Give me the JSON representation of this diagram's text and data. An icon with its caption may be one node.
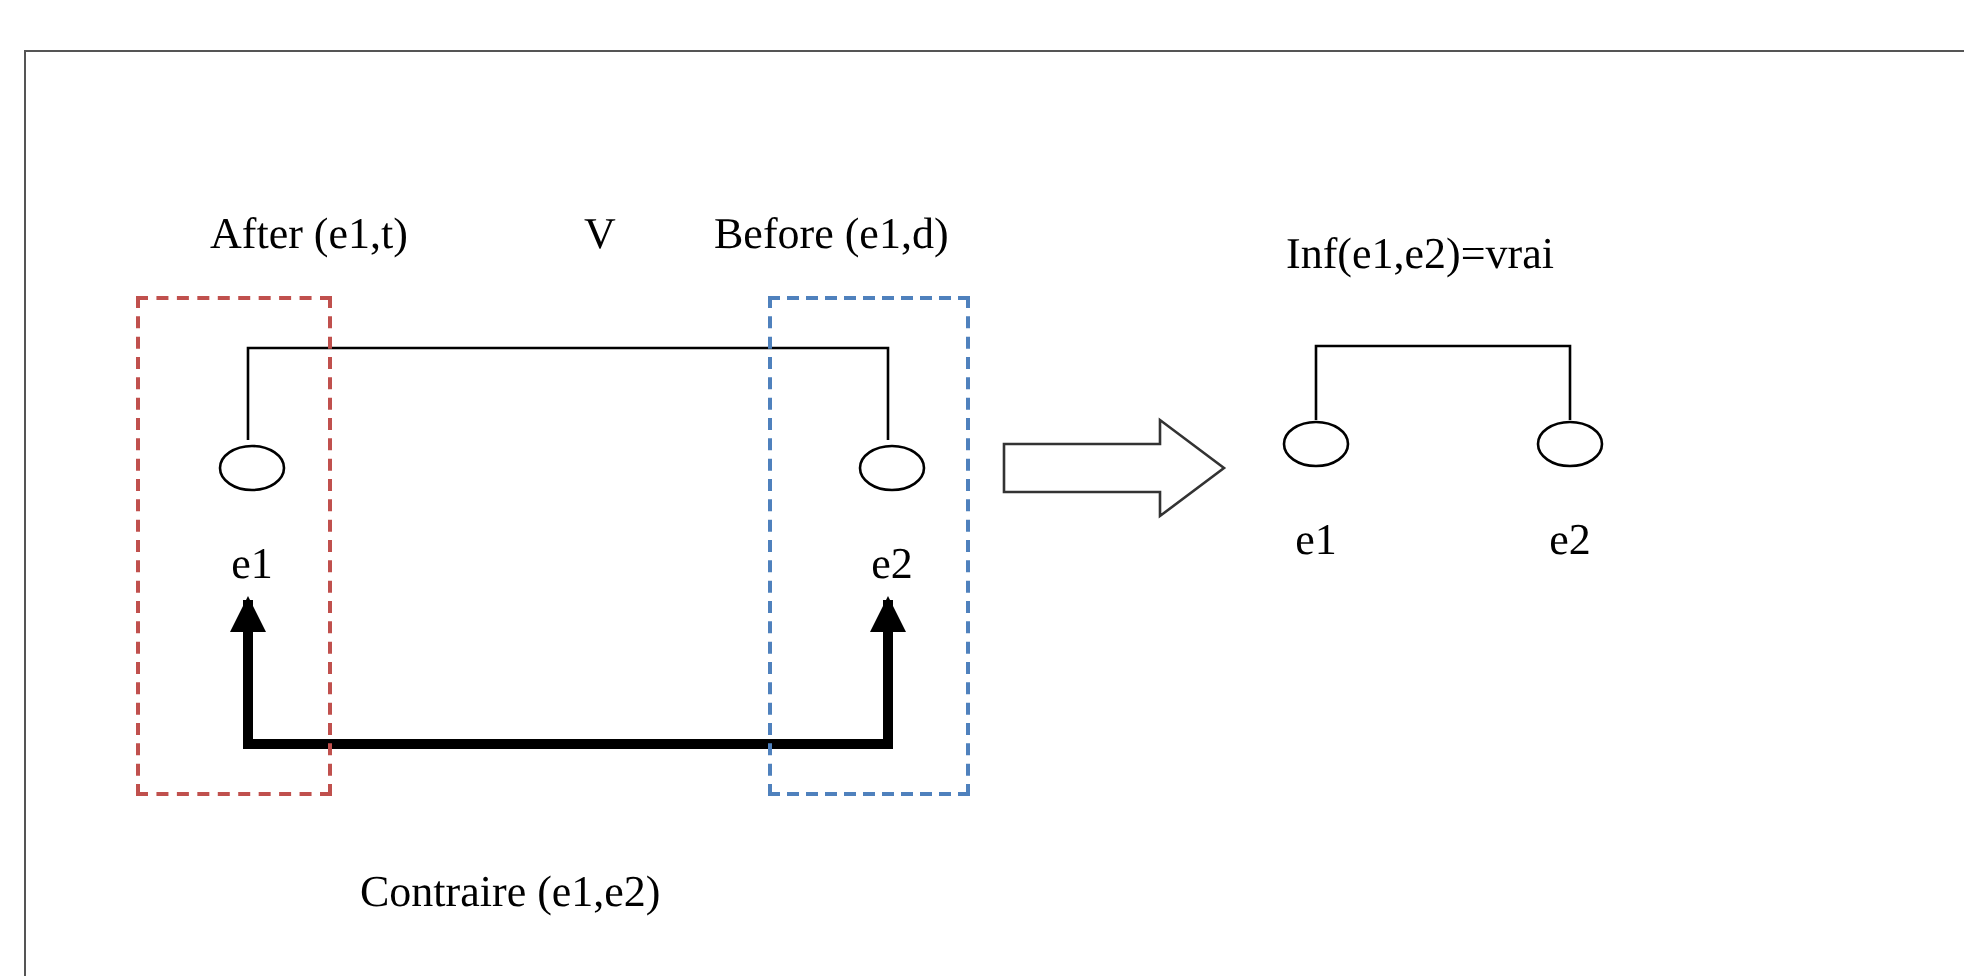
{
  "diagram": {
    "nodes": [
      {
        "text": [],
        "shape": "box"
      },
      {
        "text": [],
        "shape": "box"
      },
      {
        "text": [],
        "shape": "circle",
        "in": 0,
        "beside": [
          "e1"
        ]
      },
      {
        "text": [],
        "shape": "circle",
        "in": 1,
        "beside": [
          "e2"
        ]
      },
      {
        "text": [],
        "shape": "circle",
        "beside": [
          "e1"
        ]
      },
      {
        "text": [],
        "shape": "circle",
        "beside": [
          "e2"
        ]
      }
    ],
    "edges": [
      {
        "from": 2,
        "to": 3,
        "arrow": "none"
      },
      {
        "from": 3,
        "to": 2,
        "arrow": "both",
        "style": "thick"
      },
      {
        "from": 4,
        "to": 5,
        "arrow": "none"
      }
    ],
    "labels": [
      "After (e1,t)",
      "V",
      "Before (e1,d)",
      "Inf(e1,e2)=vrai",
      "Contraire (e1,e2)"
    ]
  }
}
